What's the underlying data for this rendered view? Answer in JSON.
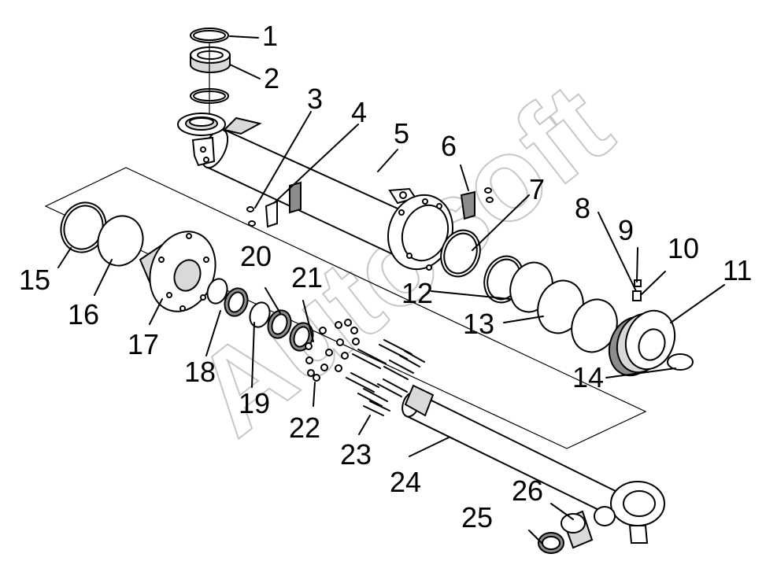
{
  "diagram": {
    "watermark": "Autosoft",
    "callouts": [
      {
        "id": "c1",
        "label": "1"
      },
      {
        "id": "c2",
        "label": "2"
      },
      {
        "id": "c3",
        "label": "3"
      },
      {
        "id": "c4",
        "label": "4"
      },
      {
        "id": "c5",
        "label": "5"
      },
      {
        "id": "c6",
        "label": "6"
      },
      {
        "id": "c7",
        "label": "7"
      },
      {
        "id": "c8",
        "label": "8"
      },
      {
        "id": "c9",
        "label": "9"
      },
      {
        "id": "c10",
        "label": "10"
      },
      {
        "id": "c11",
        "label": "11"
      },
      {
        "id": "c12",
        "label": "12"
      },
      {
        "id": "c13",
        "label": "13"
      },
      {
        "id": "c14",
        "label": "14"
      },
      {
        "id": "c15",
        "label": "15"
      },
      {
        "id": "c16",
        "label": "16"
      },
      {
        "id": "c17",
        "label": "17"
      },
      {
        "id": "c18",
        "label": "18"
      },
      {
        "id": "c19",
        "label": "19"
      },
      {
        "id": "c20",
        "label": "20"
      },
      {
        "id": "c21",
        "label": "21"
      },
      {
        "id": "c22",
        "label": "22"
      },
      {
        "id": "c23",
        "label": "23"
      },
      {
        "id": "c24",
        "label": "24"
      },
      {
        "id": "c25",
        "label": "25"
      },
      {
        "id": "c26",
        "label": "26"
      }
    ]
  }
}
